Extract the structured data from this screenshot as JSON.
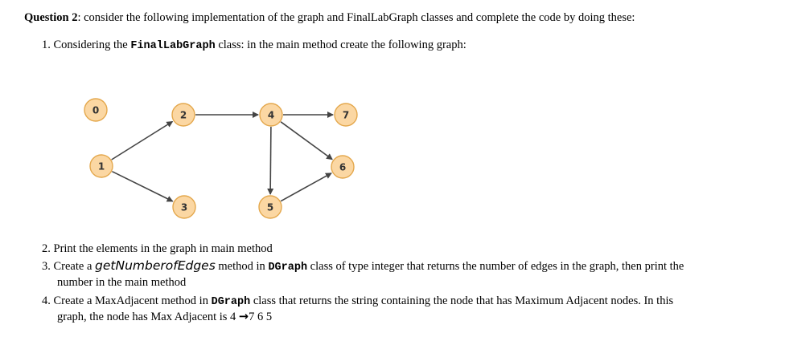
{
  "question": {
    "heading": "Question 2",
    "intro": ":  consider the following implementation of the graph and FinalLabGraph classes and complete the code by doing these:"
  },
  "items": [
    {
      "num": "1.",
      "pre": "Considering the ",
      "code": "FinalLabGraph",
      "post": " class:  in the main method create the following graph:"
    },
    {
      "num": "2.",
      "text": "Print the elements in the graph in main method"
    },
    {
      "num": "3.",
      "pre": "Create a ",
      "method": "getNumberofEdges",
      "mid": " method in ",
      "code": "DGraph",
      "post1": "  class of type integer that returns the number of edges in the graph, then print the",
      "post2": "number in the main method"
    },
    {
      "num": "4.",
      "pre": "Create a MaxAdjacent method in ",
      "code": "DGraph",
      "post1": "  class that returns the string containing the node that has Maximum Adjacent nodes. In this",
      "post2": "graph, the node has Max Adjacent is 4 ",
      "arrow": "→",
      "post3": "7 6 5"
    }
  ],
  "graph": {
    "node_fill": "#fbd7a3",
    "node_stroke": "#e4a84d",
    "edge_color": "#444444",
    "nodes": [
      {
        "id": "0",
        "label": "0"
      },
      {
        "id": "1",
        "label": "1"
      },
      {
        "id": "2",
        "label": "2"
      },
      {
        "id": "3",
        "label": "3"
      },
      {
        "id": "4",
        "label": "4"
      },
      {
        "id": "5",
        "label": "5"
      },
      {
        "id": "6",
        "label": "6"
      },
      {
        "id": "7",
        "label": "7"
      }
    ],
    "edges": [
      {
        "from": "1",
        "to": "2"
      },
      {
        "from": "1",
        "to": "3"
      },
      {
        "from": "2",
        "to": "4"
      },
      {
        "from": "4",
        "to": "7"
      },
      {
        "from": "4",
        "to": "6"
      },
      {
        "from": "4",
        "to": "5"
      },
      {
        "from": "5",
        "to": "6"
      }
    ]
  }
}
